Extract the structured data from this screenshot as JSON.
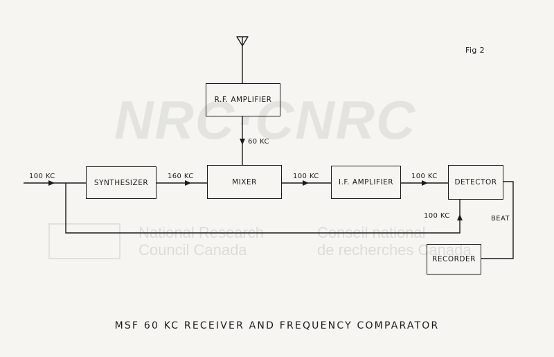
{
  "figure_label": "Fig 2",
  "title": "MSF 60 KC RECEIVER AND FREQUENCY COMPARATOR",
  "watermark": {
    "logo": "NRC·CNRC",
    "en_line1": "National Research",
    "en_line2": "Council Canada",
    "fr_line1": "Conseil national",
    "fr_line2": "de recherches Canada"
  },
  "blocks": {
    "rf_amplifier": "R.F. AMPLIFIER",
    "synthesizer": "SYNTHESIZER",
    "mixer": "MIXER",
    "if_amplifier": "I.F. AMPLIFIER",
    "detector": "DETECTOR",
    "recorder": "RECORDER"
  },
  "signals": {
    "input": "100 KC",
    "rf_to_mixer": "60 KC",
    "synth_to_mixer": "160 KC",
    "mixer_to_if": "100 KC",
    "if_to_detector": "100 KC",
    "reference_to_detector": "100 KC",
    "beat": "BEAT"
  },
  "icons": {
    "antenna": "antenna-icon"
  }
}
